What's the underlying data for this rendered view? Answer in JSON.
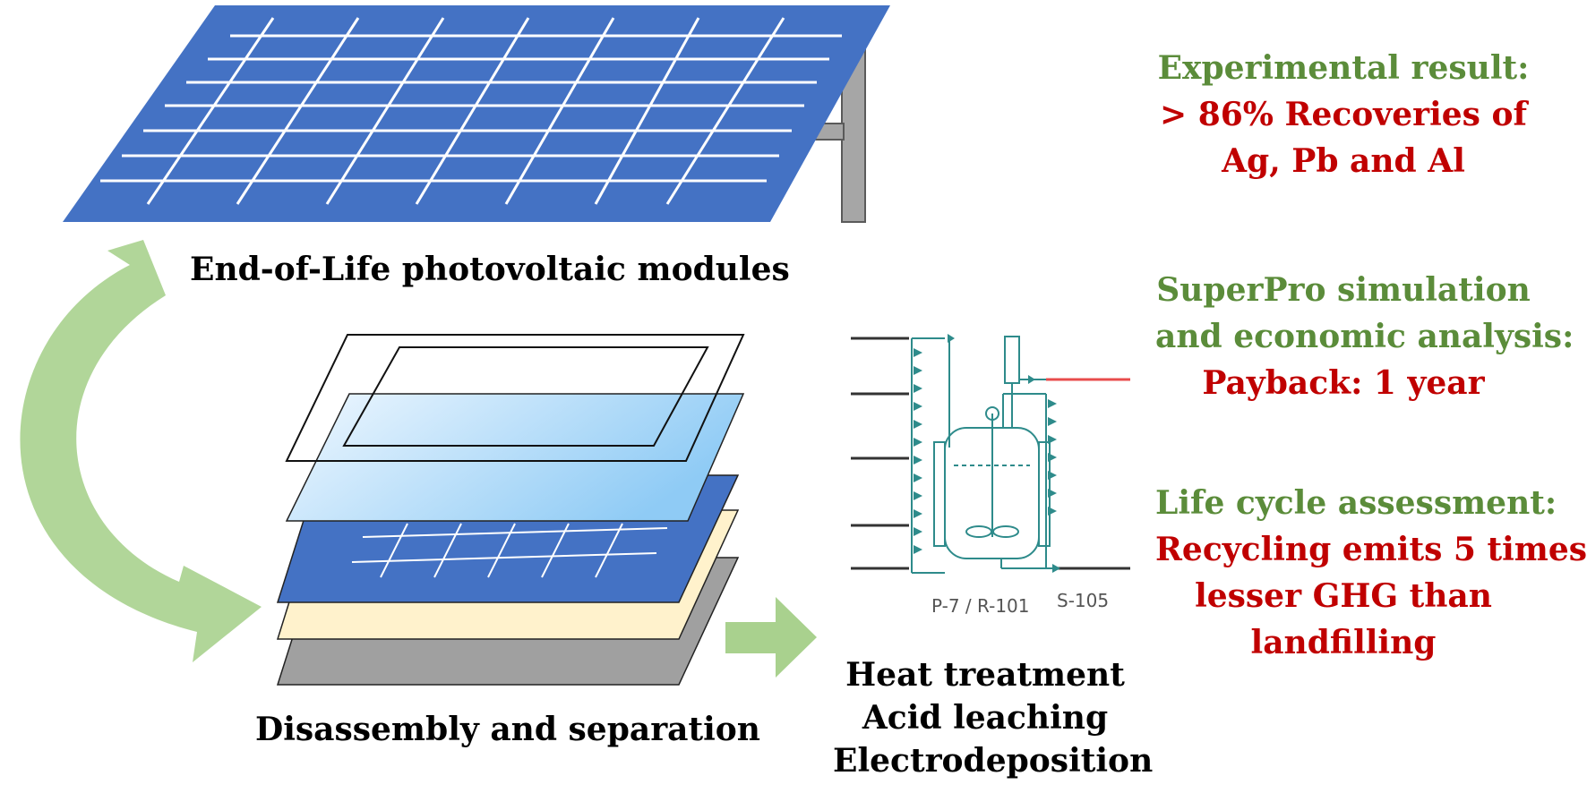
{
  "labels": {
    "eol_modules": "End-of-Life photovoltaic modules",
    "disassembly": "Disassembly and separation",
    "process": [
      "Heat treatment",
      "Acid leaching",
      "Electrodeposition"
    ]
  },
  "equipment": {
    "reactor_tag": "P-7 / R-101",
    "separator_tag": "S-105"
  },
  "results": [
    {
      "heading": "Experimental result:",
      "lines": [
        "> 86% Recoveries of",
        "Ag, Pb and Al"
      ]
    },
    {
      "heading": "SuperPro simulation",
      "heading2": "and economic analysis:",
      "lines": [
        "Payback: 1 year"
      ]
    },
    {
      "heading": "Life cycle assessment:",
      "lines": [
        "Recycling emits 5 times",
        "lesser GHG than",
        "landfilling"
      ]
    }
  ],
  "colors": {
    "panel_blue": "#4472C4",
    "heading_green": "#5B8C3A",
    "value_red": "#C00000",
    "arrow_green": "#A9D18E",
    "frame_gray": "#A6A6A6",
    "eva_cream": "#FFF2CC",
    "backsheet_gray": "#A0A0A0",
    "equipment_teal": "#2E8B8B"
  }
}
